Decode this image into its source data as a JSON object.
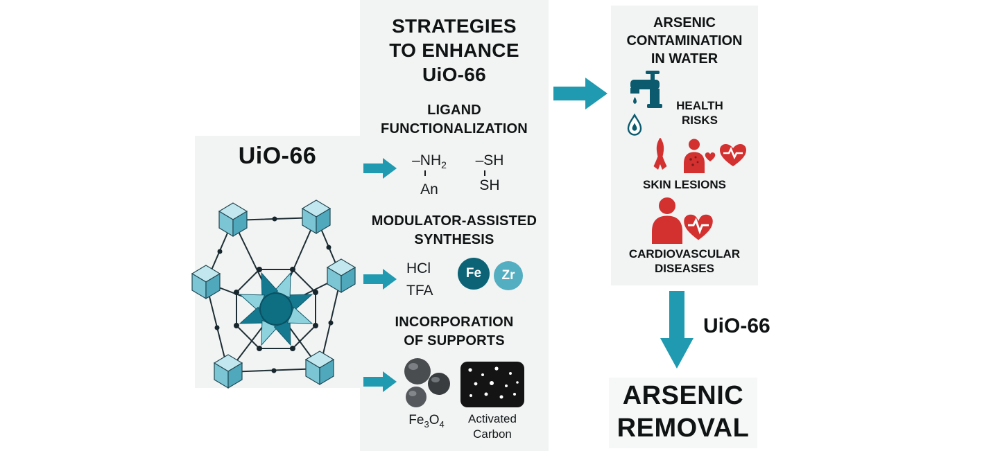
{
  "colors": {
    "accent_teal": "#1f9ab0",
    "dark_teal": "#0b5a6d",
    "light_teal": "#8ed2de",
    "health_red": "#d33030",
    "panel_bg": "#f2f3f3",
    "text_black": "#101314"
  },
  "left_panel": {
    "title": "UiO-66"
  },
  "strategies_panel": {
    "title_lines": [
      "STRATEGIES",
      "TO ENHANCE",
      "UiO-66"
    ],
    "ligand": {
      "heading_lines": [
        "LIGAND",
        "FUNCTIONALIZATION"
      ],
      "nh_prefix": "–NH",
      "nh_sub": "2",
      "an_label": "An",
      "sh_top": "–SH",
      "sh_bottom": "SH"
    },
    "modulator": {
      "heading_lines": [
        "MODULATOR-ASSISTED",
        "SYNTHESIS"
      ],
      "hcl": "HCl",
      "tfa": "TFA",
      "fe_badge": "Fe",
      "zr_badge": "Zr"
    },
    "supports": {
      "heading_lines": [
        "INCORPORATION",
        "OF SUPPORTS"
      ],
      "fe3o4": {
        "fe": "Fe",
        "s3": "3",
        "o": "O",
        "s4": "4"
      },
      "activated_carbon_lines": [
        "Activated",
        "Carbon"
      ]
    }
  },
  "contamination_panel": {
    "title_lines": [
      "ARSENIC",
      "CONTAMINATION",
      "IN WATER"
    ],
    "health_risks_lines": [
      "HEALTH",
      "RISKS"
    ],
    "skin_lesions": "SKIN LESIONS",
    "cardiovascular_lines": [
      "CARDIOVASCULAR",
      "DISEASES"
    ]
  },
  "removal": {
    "uio_label": "UiO-66",
    "title_lines": [
      "ARSENIC",
      "REMOVAL"
    ]
  }
}
